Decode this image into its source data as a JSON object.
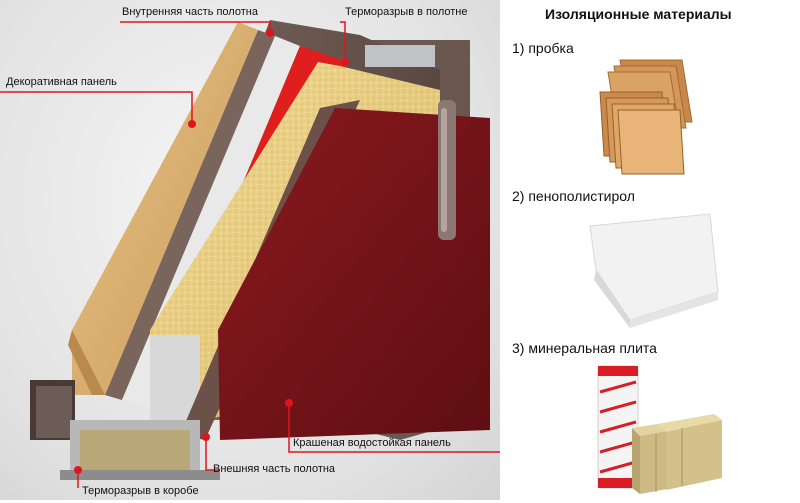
{
  "diagram": {
    "callouts": {
      "inner_part": "Внутренняя часть полотна",
      "thermal_break_leaf": "Терморазрыв в полотне",
      "decorative_panel": "Декоративная панель",
      "painted_panel": "Крашеная водостойкая панель",
      "outer_part": "Внешняя часть полотна",
      "thermal_break_frame": "Терморазрыв в коробе"
    },
    "colors": {
      "callout_line": "#e0141e",
      "mdf": "#dcb070",
      "red_layer": "#e01e1e",
      "foam": "#e8cf80",
      "steel": "#6e5a52",
      "outer_panel": "#7a1418"
    }
  },
  "panel": {
    "title": "Изоляционные материалы",
    "materials": [
      {
        "label": "1) пробка",
        "icon": "cork-sheets-icon"
      },
      {
        "label": "2) пенополистирол",
        "icon": "polystyrene-block-icon"
      },
      {
        "label": "3) минеральная плита",
        "icon": "mineral-wool-icon"
      }
    ]
  }
}
